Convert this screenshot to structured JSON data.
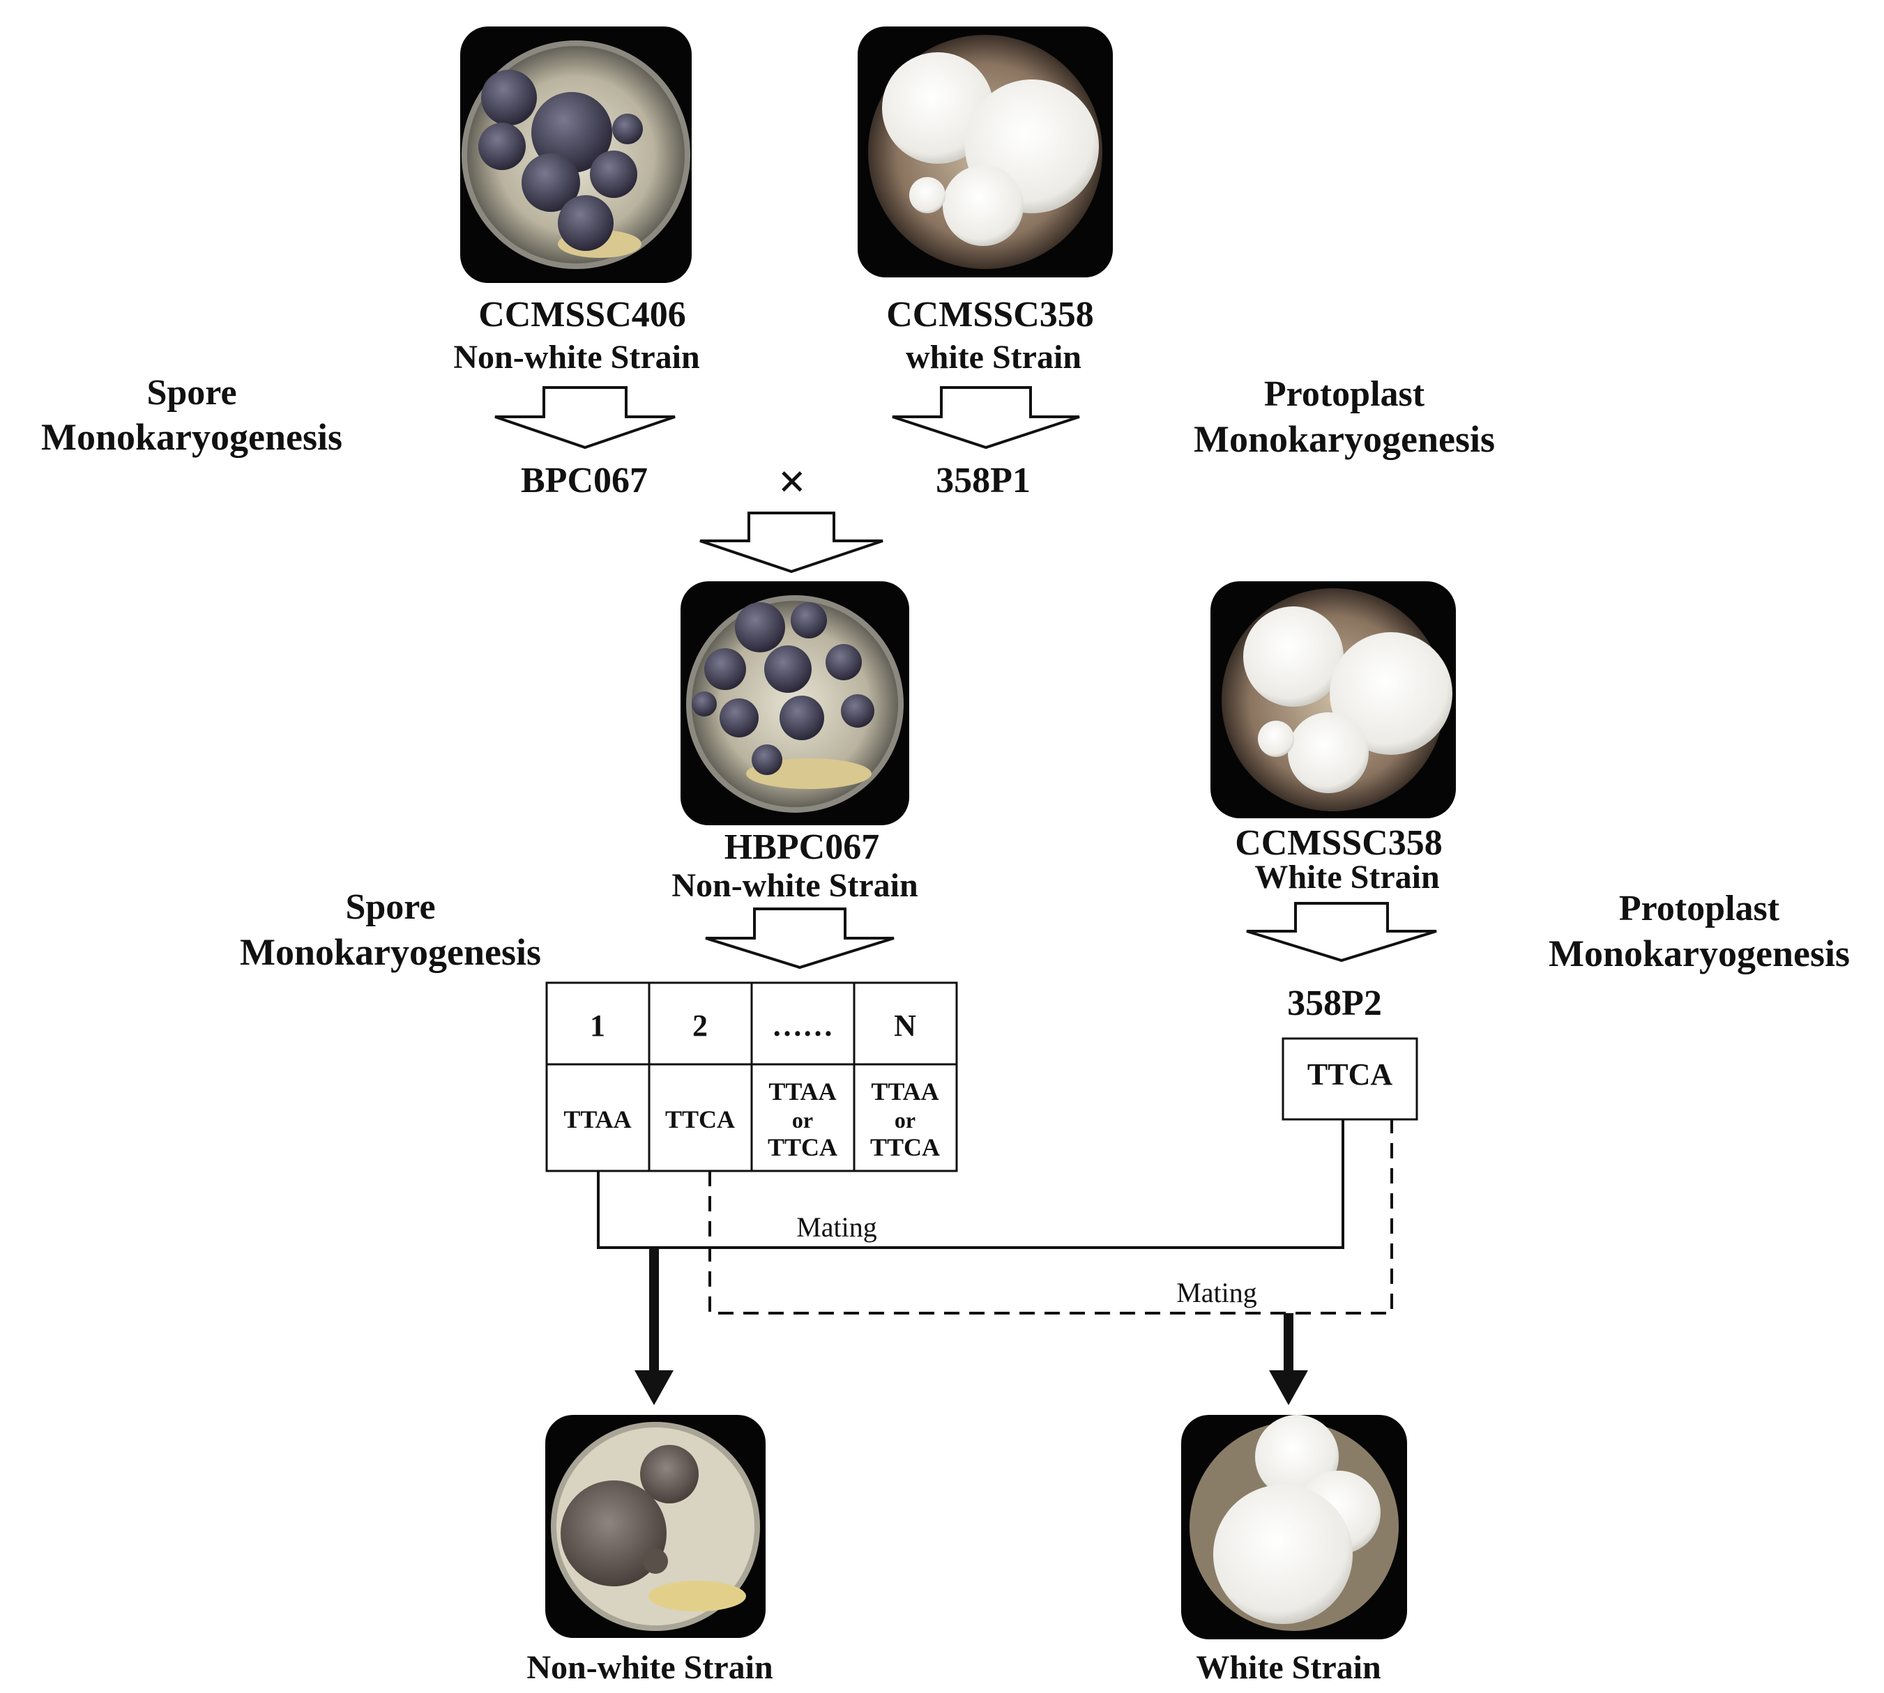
{
  "parents": {
    "left": {
      "name": "CCMSSC406",
      "type": "Non-white Strain",
      "photo": "dark-mushroom-jar-photo"
    },
    "right": {
      "name": "CCMSSC358",
      "type": "white Strain",
      "photo": "white-mushroom-jar-photo"
    }
  },
  "processes": {
    "spore_top": [
      "Spore",
      "Monokaryogenesis"
    ],
    "protoplast_top": [
      "Protoplast",
      "Monokaryogenesis"
    ],
    "spore_mid": [
      "Spore",
      "Monokaryogenesis"
    ],
    "protoplast_mid": [
      "Protoplast",
      "Monokaryogenesis"
    ]
  },
  "monokaryons": {
    "left": "BPC067",
    "right": "358P1",
    "cross": "×"
  },
  "hybrid": {
    "name": "HBPC067",
    "type": "Non-white Strain",
    "photo": "dark-mushroom-jar-photo"
  },
  "parent2": {
    "name": "CCMSSC358",
    "type": "White Strain",
    "photo": "white-mushroom-jar-photo"
  },
  "table": {
    "headers": [
      "1",
      "2",
      "……",
      "N"
    ],
    "cells": [
      [
        "TTAA"
      ],
      [
        "TTCA"
      ],
      [
        "TTAA",
        "or",
        "TTCA"
      ],
      [
        "TTAA",
        "or",
        "TTCA"
      ]
    ]
  },
  "p2": {
    "name": "358P2",
    "genotype": "TTCA"
  },
  "mating": {
    "solid": "Mating",
    "dashed": "Mating"
  },
  "results": {
    "left": {
      "label": "Non-white Strain",
      "photo": "brown-mushroom-jar-photo"
    },
    "right": {
      "label": "White Strain",
      "photo": "white-mushroom-jar-photo"
    }
  }
}
